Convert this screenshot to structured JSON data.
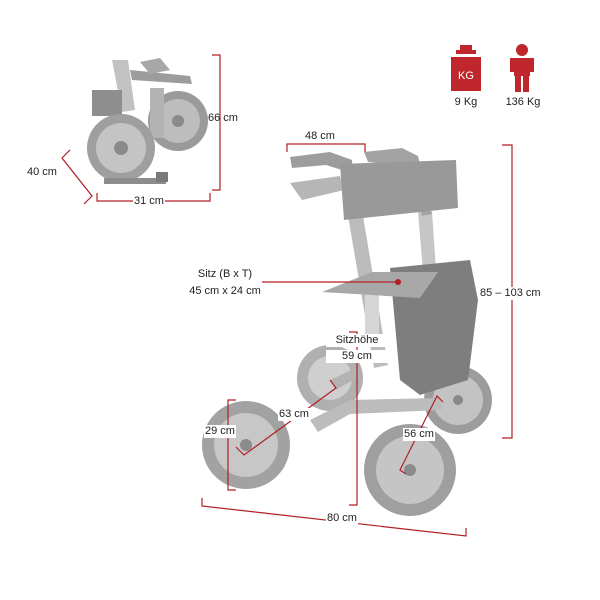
{
  "icons": {
    "weight": {
      "glyph_text": "KG",
      "caption": "9 Kg",
      "color": "#c0272d"
    },
    "max_load": {
      "caption": "136 Kg",
      "color": "#c0272d"
    }
  },
  "folded": {
    "height_label": "66 cm",
    "depth_label": "40 cm",
    "width_label": "31 cm"
  },
  "dimensions": {
    "handle_width_label": "48 cm",
    "seat_label_line1": "Sitz (B x T)",
    "seat_label_line2": "45 cm x 24 cm",
    "handle_height_label": "85 – 103 cm",
    "seat_height_line1": "Sitzhöhe",
    "seat_height_line2": "59 cm",
    "inner_width_label": "63 cm",
    "front_wheel_label": "29 cm",
    "rear_wheel_label": "56 cm",
    "length_label": "80 cm"
  },
  "colors": {
    "dimension_line": "#b01e24",
    "product_gray": "#a9a9a9",
    "product_dark": "#7d7d7d"
  }
}
